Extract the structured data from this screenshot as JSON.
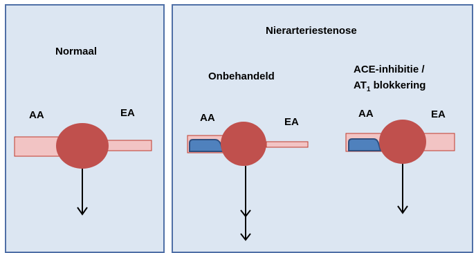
{
  "panels": {
    "normal": {
      "title": "Normaal",
      "aa_label": "AA",
      "ea_label": "EA"
    },
    "stenosis": {
      "title": "Nierarteriestenose",
      "untreated": {
        "title": "Onbehandeld",
        "aa_label": "AA",
        "ea_label": "EA"
      },
      "treated": {
        "title_line1": "ACE-inhibitie /",
        "title_line2_prefix": "AT",
        "title_line2_sub": "1",
        "title_line2_suffix": " blokkering",
        "aa_label": "AA",
        "ea_label": "EA"
      }
    }
  },
  "colors": {
    "panel_fill": "#dce6f2",
    "panel_border": "#4f6fa6",
    "arteriole_fill": "#f2c4c4",
    "arteriole_edge": "#c0392b",
    "glomerulus": "#c0504d",
    "stenosis_plaque": "#4f81bd",
    "plaque_edge": "#2f4f7f",
    "arrow": "#000000"
  }
}
